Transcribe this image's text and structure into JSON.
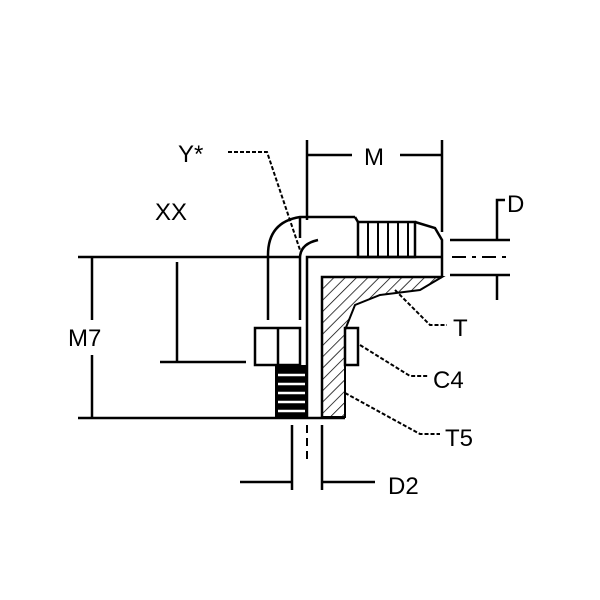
{
  "labels": {
    "y": "Y*",
    "m": "M",
    "d": "D",
    "xx": "XX",
    "m7": "M7",
    "t": "T",
    "c4": "C4",
    "t5": "T5",
    "d2": "D2"
  },
  "colors": {
    "line": "#000000",
    "background": "#ffffff"
  }
}
